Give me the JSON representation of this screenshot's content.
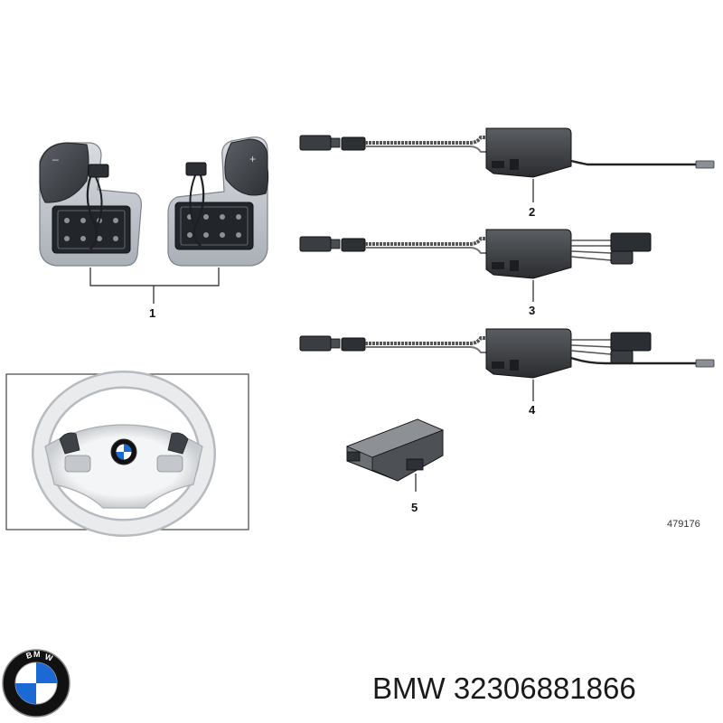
{
  "diagram": {
    "callouts": {
      "part1": "1",
      "part2": "2",
      "part3": "3",
      "part4": "4",
      "part5": "5"
    },
    "reference_number": "479176"
  },
  "footer": {
    "brand": "BMW",
    "part_number": "32306881866",
    "logo_text": "BMW",
    "logo_colors": {
      "blue": "#1c69d4",
      "white": "#ffffff",
      "ring": "#111111"
    }
  }
}
